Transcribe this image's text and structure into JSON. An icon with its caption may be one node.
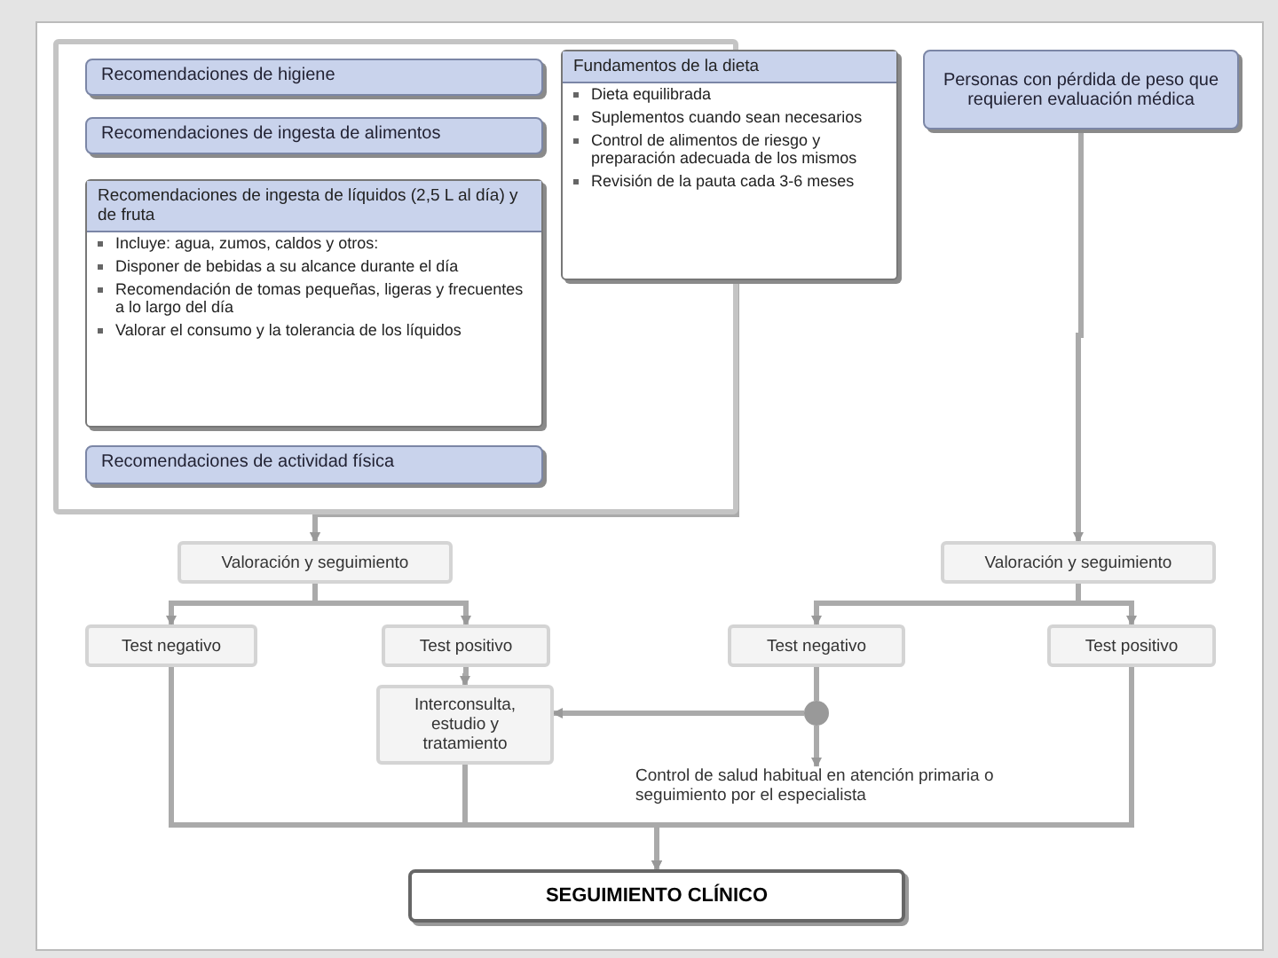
{
  "diagram": {
    "nodes": [
      {
        "text": [],
        "shape": "box"
      },
      {
        "text": [
          "Recomendaciones de higiene"
        ],
        "in": 0
      },
      {
        "text": [
          "Recomendaciones de ingesta de alimentos"
        ],
        "in": 0
      },
      {
        "text": [
          "Recomendaciones de ingesta de líquidos (2,5 L al día) y de fruta",
          "Incluye: agua, zumos, caldos y otros:",
          "Disponer de bebidas a su alcance durante el día",
          "Recomendación de tomas pequeñas, ligeras y frecuentes a lo largo del día",
          "Valorar el consumo y la tolerancia de los líquidos"
        ],
        "in": 0
      },
      {
        "text": [
          "Recomendaciones de actividad física"
        ],
        "in": 0
      },
      {
        "text": [
          "Fundamentos de la dieta",
          "Dieta equilibrada",
          "Suplementos cuando sean necesarios",
          "Control de alimentos de riesgo y preparación adecuada de los mismos",
          "Revisión de la pauta cada 3-6 meses"
        ]
      },
      {
        "text": [
          "Personas con pérdida de peso que requieren evaluación médica"
        ]
      },
      {
        "text": [
          "Valoración y seguimiento"
        ]
      },
      {
        "text": [
          "Test negativo"
        ]
      },
      {
        "text": [
          "Test positivo"
        ]
      },
      {
        "text": [
          "Interconsulta, estudio y tratamiento"
        ]
      },
      {
        "text": [
          "Valoración y seguimiento"
        ]
      },
      {
        "text": [
          "Test negativo"
        ]
      },
      {
        "text": [
          "Test positivo"
        ]
      },
      {
        "text": [],
        "shape": "circle"
      },
      {
        "text": [
          "Control de salud habitual en atención primaria o seguimiento por el especialista"
        ]
      },
      {
        "text": [
          "SEGUIMIENTO CLÍNICO"
        ]
      }
    ],
    "edges": [
      {
        "from": 0,
        "to": 7,
        "arrow": "to"
      },
      {
        "from": 5,
        "to": 7,
        "arrow": "to"
      },
      {
        "from": 6,
        "to": 11,
        "arrow": "to"
      },
      {
        "from": 7,
        "to": 8,
        "arrow": "to"
      },
      {
        "from": 7,
        "to": 9,
        "arrow": "to"
      },
      {
        "from": 11,
        "to": 12,
        "arrow": "to"
      },
      {
        "from": 11,
        "to": 13,
        "arrow": "to"
      },
      {
        "from": 9,
        "to": 10,
        "arrow": "to"
      },
      {
        "from": 12,
        "to": 14,
        "arrow": "none"
      },
      {
        "from": 14,
        "to": 10,
        "arrow": "to"
      },
      {
        "from": 14,
        "to": 15,
        "arrow": "to"
      },
      {
        "from": 8,
        "to": 16,
        "arrow": "to"
      },
      {
        "from": 10,
        "to": 16,
        "arrow": "to"
      },
      {
        "from": 13,
        "to": 16,
        "arrow": "to"
      }
    ]
  }
}
